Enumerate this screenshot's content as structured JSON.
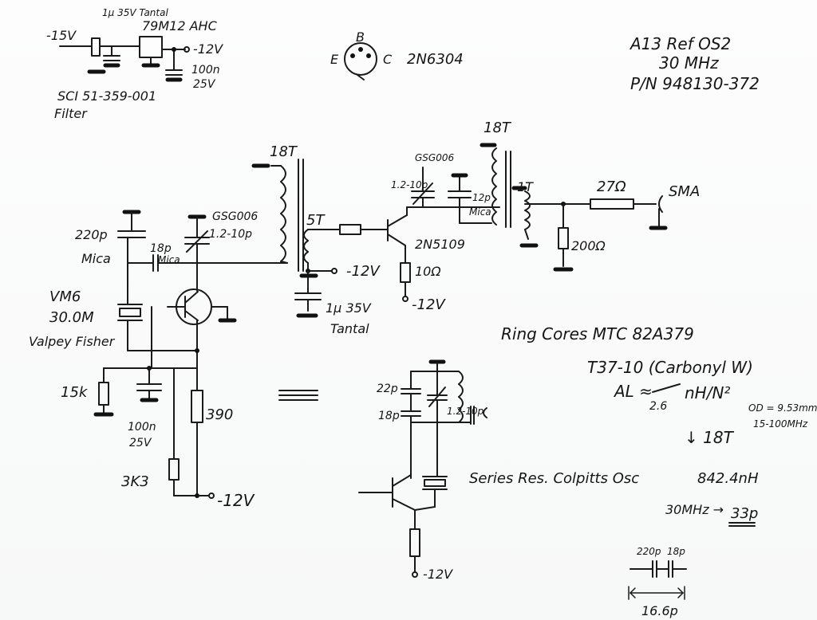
{
  "header": {
    "title_line1": "A13 Ref OS2",
    "title_line2": "30 MHz",
    "part_number": "P/N 948130-372"
  },
  "filter": {
    "input_voltage": "-15V",
    "cap_label": "1μ 35V Tantal",
    "regulator": "79M12 AHC",
    "output_voltage": "-12V",
    "out_cap": "100n",
    "out_cap_voltage": "25V",
    "filter_part": "SCI 51-359-001",
    "filter_label": "Filter"
  },
  "transistor_pinout": {
    "pin_b": "B",
    "pin_e": "E",
    "pin_c": "C",
    "part": "2N6304"
  },
  "oscillator": {
    "c_220p": "220p",
    "c_220p_type": "Mica",
    "c_18p": "18p",
    "c_18p_type": "Mica",
    "trimmer": "GSG006",
    "trimmer_range": "1.2-10p",
    "crystal": "VM6",
    "crystal_freq": "30.0M",
    "crystal_maker": "Valpey Fisher",
    "r_15k": "15k",
    "c_100n": "100n",
    "c_100n_voltage": "25V",
    "r_390": "390",
    "r_3k3": "3K3",
    "supply": "-12V",
    "turns_primary": "18T",
    "turns_secondary": "5T"
  },
  "amplifier": {
    "trimmer": "GSG006",
    "trimmer_range": "1.2-10p",
    "c_12p": "12p",
    "c_12p_type": "Mica",
    "transistor": "2N5109",
    "r_10": "10Ω",
    "supply_base": "-12V",
    "supply_emitter": "-12V",
    "cap_tantal": "1μ 35V",
    "cap_tantal_type": "Tantal",
    "turns_primary": "18T",
    "turns_secondary": "1T",
    "r_27": "27Ω",
    "r_200": "200Ω",
    "output": "SMA"
  },
  "notes": {
    "ring_cores": "Ring Cores MTC 82A379",
    "core_type": "T37-10 (Carbonyl W)",
    "al_label": "AL ≈",
    "al_value": "2.6",
    "al_unit": "nH/N²",
    "od_note": "OD = 9.53mm",
    "freq_range": "15-100MHz",
    "turns_arrow": "↓ 18T",
    "inductance": "842.4nH",
    "resonance": "30MHz →",
    "resonance_cap": "33p",
    "series_c1": "220p",
    "series_c2": "18p",
    "series_total": "16.6p"
  },
  "equivalent": {
    "c1": "22p",
    "c2": "18p",
    "trim": "1.2-10p",
    "label": "Series Res. Colpitts Osc",
    "supply": "-12V"
  }
}
